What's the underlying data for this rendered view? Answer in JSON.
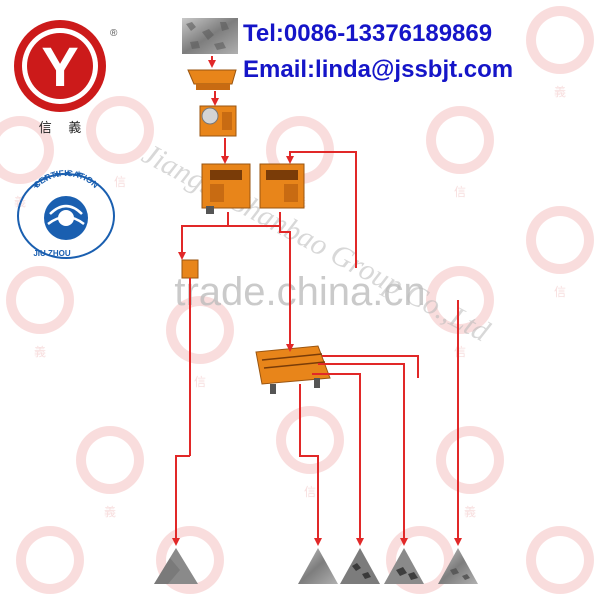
{
  "header": {
    "tel": "Tel:0086-13376189869",
    "email": "Email:linda@jssbjt.com"
  },
  "logo": {
    "mark_text": "Y",
    "registered": "®",
    "chinese_name": "信    義"
  },
  "certification_badge": {
    "top_text": "CERTIFICATION",
    "bottom_text": "JIU ZHOU"
  },
  "watermarks": {
    "site": "trade.china.cn",
    "company": "Jiangsu Shanbao Group Co.,Ltd",
    "tile_chars": [
      "信",
      "義"
    ]
  },
  "colors": {
    "flow_line": "#e12828",
    "contact_text": "#1515c8",
    "logo_red": "#cc1a1a",
    "badge_blue": "#1a5fb0",
    "machine_orange": "#e8851a"
  },
  "flow": {
    "equipment": [
      "stone-raw-material",
      "vibrating-feeder",
      "jaw-crusher",
      "impact-crusher-1",
      "impact-crusher-2",
      "sand-maker",
      "vibrating-screen"
    ],
    "outputs": [
      "sand-pile",
      "aggregate-pile-1",
      "aggregate-pile-2",
      "aggregate-pile-3",
      "aggregate-pile-4"
    ]
  }
}
